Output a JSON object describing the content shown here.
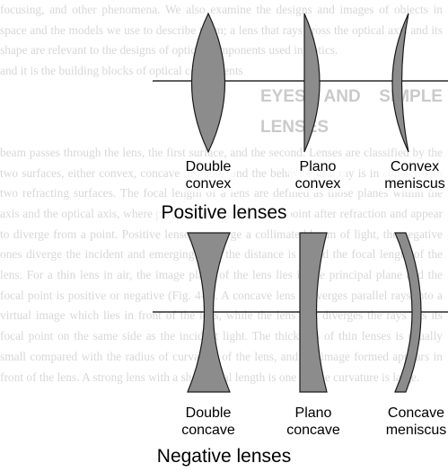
{
  "background_text": {
    "paragraphs": [
      "focusing, and other phenomena. We also examine the designs and images of objects in space and the models we use to describe them; a lens that rays cross the optical axis and its shape are relevant to the designs of optical components used in optics.",
      "and it is the building blocks of optical components",
      "beam passes through the lens, the first surface, and the second. Lenses are classified by the two surfaces, either convex, concave or plano, and the behavior of a ray is in contact with two refracting surfaces. The focal length of a lens are defined as those planes within the axis and the optical axis, where parallel rays converge at a point after refraction and appear to diverge from a point. Positive lenses converge a collimated beam of light, the negative ones diverge the incident and emerging rays, the distance is called the focal length of the lens. For a thin lens in air, the image plane of the lens lies in the principal plane and the focal point is positive or negative (Fig. 4-4). A concave lens converges parallel rays into a virtual image which lies in front of the lens, while the lens that diverges the rays has its focal point on the same side as the incident light. The thickness of thin lenses is usually small compared with the radius of curvature of the lens, and the image formed appears in front of the lens. A strong lens with a short focal length is one whose curvature is large."
    ],
    "heading": "EYES AND SIMPLE LENSES"
  },
  "positive_lenses": {
    "caption": "Positive lenses",
    "items": [
      {
        "line1": "Double",
        "line2": "convex"
      },
      {
        "line1": "Plano",
        "line2": "convex"
      },
      {
        "line1": "Convex",
        "line2": "meniscus"
      }
    ]
  },
  "negative_lenses": {
    "caption": "Negative lenses",
    "items": [
      {
        "line1": "Double",
        "line2": "concave"
      },
      {
        "line1": "Plano",
        "line2": "concave"
      },
      {
        "line1": "Concave",
        "line2": "meniscus"
      }
    ]
  },
  "colors": {
    "lens_fill": "#8c8c8c",
    "lens_stroke": "#1a1a1a",
    "axis_line": "#000000"
  }
}
